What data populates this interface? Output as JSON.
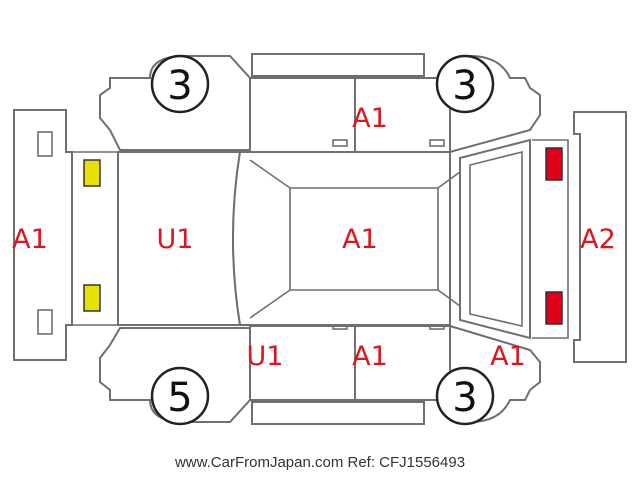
{
  "regions": {
    "front_bumper": "A1",
    "hood": "U1",
    "roof": "A1",
    "rear_bumper": "A2",
    "top_doors": "A1",
    "bottom_front_door": "U1",
    "bottom_rear_door": "A1",
    "rear_quarter_bottom": "A1"
  },
  "tires": {
    "front_top": "3",
    "rear_top": "3",
    "front_bottom": "5",
    "rear_bottom": "3"
  },
  "lights": {
    "front_color": "#e8e000",
    "rear_color": "#e0001a"
  },
  "colors": {
    "code_text": "#e0141e",
    "outline": "#6f6f6f"
  },
  "footer": "www.CarFromJapan.com Ref: CFJ1556493"
}
